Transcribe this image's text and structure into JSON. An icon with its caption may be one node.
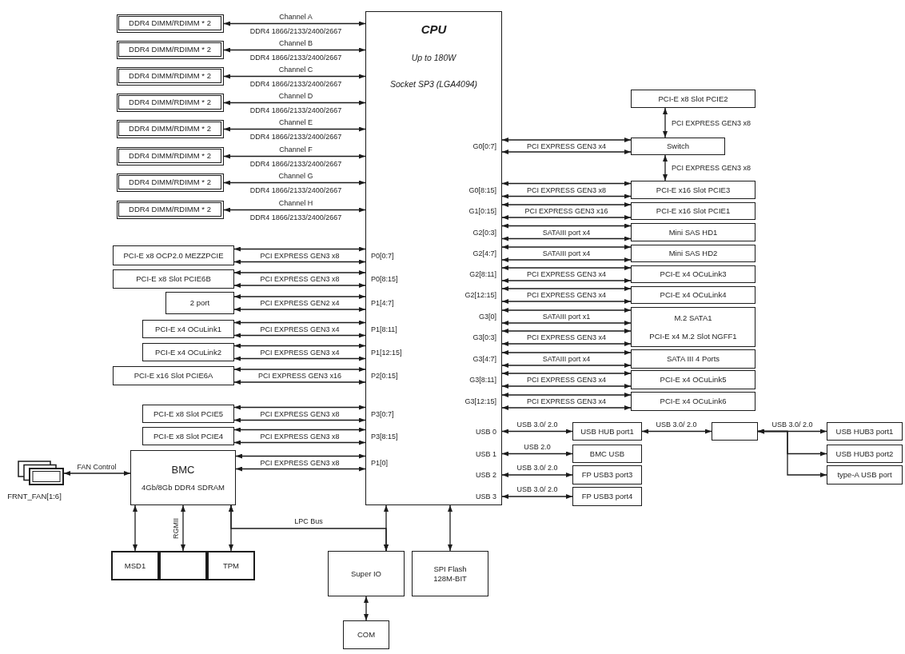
{
  "diagram": {
    "nodes": [
      {
        "text": [
          "CPU",
          "Up to 180W",
          "Socket SP3 (LGA4094)"
        ]
      },
      {
        "text": [
          "DDR4 DIMM/RDIMM * 2"
        ]
      },
      {
        "text": [
          "DDR4 DIMM/RDIMM * 2"
        ]
      },
      {
        "text": [
          "DDR4 DIMM/RDIMM * 2"
        ]
      },
      {
        "text": [
          "DDR4 DIMM/RDIMM * 2"
        ]
      },
      {
        "text": [
          "DDR4 DIMM/RDIMM * 2"
        ]
      },
      {
        "text": [
          "DDR4 DIMM/RDIMM * 2"
        ]
      },
      {
        "text": [
          "DDR4 DIMM/RDIMM * 2"
        ]
      },
      {
        "text": [
          "DDR4 DIMM/RDIMM * 2"
        ]
      },
      {
        "text": [
          "PCI-E x8 OCP2.0 MEZZPCIE"
        ]
      },
      {
        "text": [
          "PCI-E x8 Slot PCIE6B"
        ]
      },
      {
        "text": [
          "2 port"
        ]
      },
      {
        "text": [
          "PCI-E x4 OCuLink1"
        ]
      },
      {
        "text": [
          "PCI-E x4 OCuLink2"
        ]
      },
      {
        "text": [
          "PCI-E x16 Slot PCIE6A"
        ]
      },
      {
        "text": [
          "PCI-E x8 Slot PCIE5"
        ]
      },
      {
        "text": [
          "PCI-E x8 Slot PCIE4"
        ]
      },
      {
        "text": [
          "BMC",
          "4Gb/8Gb DDR4 SDRAM"
        ]
      },
      {
        "text": [
          "FRNT_FAN[1:6]"
        ]
      },
      {
        "text": [
          "PCI-E x8 Slot PCIE2"
        ]
      },
      {
        "text": [
          "Switch"
        ]
      },
      {
        "text": [
          "PCI-E x16 Slot PCIE3"
        ]
      },
      {
        "text": [
          "PCI-E x16 Slot PCIE1"
        ]
      },
      {
        "text": [
          "Mini SAS HD1"
        ]
      },
      {
        "text": [
          "Mini SAS HD2"
        ]
      },
      {
        "text": [
          "PCI-E x4 OCuLink3"
        ]
      },
      {
        "text": [
          "PCI-E x4 OCuLink4"
        ]
      },
      {
        "text": [
          "M.2 SATA1",
          "PCI-E x4 M.2 Slot NGFF1"
        ]
      },
      {
        "text": [
          "SATA III 4 Ports"
        ]
      },
      {
        "text": [
          "PCI-E x4 OCuLink5"
        ]
      },
      {
        "text": [
          "PCI-E x4 OCuLink6"
        ]
      },
      {
        "text": [
          "USB HUB port1"
        ]
      },
      {
        "text": [
          "BMC USB"
        ]
      },
      {
        "text": [
          "FP USB3 port3"
        ]
      },
      {
        "text": [
          "FP USB3 port4"
        ]
      },
      {
        "text": [],
        "shape": "box"
      },
      {
        "text": [
          "USB HUB3 port1"
        ]
      },
      {
        "text": [
          "USB HUB3 port2"
        ]
      },
      {
        "text": [
          "type-A USB port"
        ]
      },
      {
        "text": [
          "MSD1"
        ]
      },
      {
        "text": [],
        "shape": "box"
      },
      {
        "text": [
          "TPM"
        ]
      },
      {
        "text": [
          "Super IO"
        ]
      },
      {
        "text": [
          "SPI Flash 128M-BIT"
        ]
      },
      {
        "text": [
          "COM"
        ]
      }
    ],
    "edges": [
      {
        "from": 1,
        "to": 0,
        "arrow": "both",
        "label": "Channel A"
      },
      {
        "from": 2,
        "to": 0,
        "arrow": "both",
        "label": "Channel B"
      },
      {
        "from": 3,
        "to": 0,
        "arrow": "both",
        "label": "Channel C"
      },
      {
        "from": 4,
        "to": 0,
        "arrow": "both",
        "label": "Channel D"
      },
      {
        "from": 5,
        "to": 0,
        "arrow": "both",
        "label": "Channel E"
      },
      {
        "from": 6,
        "to": 0,
        "arrow": "both",
        "label": "Channel F"
      },
      {
        "from": 7,
        "to": 0,
        "arrow": "both",
        "label": "Channel G"
      },
      {
        "from": 8,
        "to": 0,
        "arrow": "both",
        "label": "Channel H"
      },
      {
        "from": 9,
        "to": 0,
        "arrow": "both",
        "label": "PCI EXPRESS GEN3 x8"
      },
      {
        "from": 9,
        "to": 0,
        "arrow": "both"
      },
      {
        "from": 10,
        "to": 0,
        "arrow": "both",
        "label": "PCI EXPRESS GEN3 x8"
      },
      {
        "from": 10,
        "to": 0,
        "arrow": "both"
      },
      {
        "from": 11,
        "to": 0,
        "arrow": "both",
        "label": "PCI EXPRESS GEN2 x4"
      },
      {
        "from": 11,
        "to": 0,
        "arrow": "both"
      },
      {
        "from": 12,
        "to": 0,
        "arrow": "both",
        "label": "PCI EXPRESS GEN3 x4"
      },
      {
        "from": 12,
        "to": 0,
        "arrow": "both"
      },
      {
        "from": 13,
        "to": 0,
        "arrow": "both",
        "label": "PCI EXPRESS GEN3 x4"
      },
      {
        "from": 13,
        "to": 0,
        "arrow": "both"
      },
      {
        "from": 14,
        "to": 0,
        "arrow": "both",
        "label": "PCI EXPRESS GEN3 x16"
      },
      {
        "from": 14,
        "to": 0,
        "arrow": "both"
      },
      {
        "from": 15,
        "to": 0,
        "arrow": "both",
        "label": "PCI EXPRESS GEN3 x8"
      },
      {
        "from": 15,
        "to": 0,
        "arrow": "both"
      },
      {
        "from": 16,
        "to": 0,
        "arrow": "both",
        "label": "PCI EXPRESS GEN3 x8"
      },
      {
        "from": 16,
        "to": 0,
        "arrow": "both"
      },
      {
        "from": 17,
        "to": 0,
        "arrow": "both",
        "label": "PCI EXPRESS GEN3 x8"
      },
      {
        "from": 17,
        "to": 0,
        "arrow": "both"
      },
      {
        "from": 18,
        "to": 17,
        "arrow": "both",
        "label": "FAN Control"
      },
      {
        "from": 0,
        "to": 20,
        "arrow": "both",
        "label": "PCI EXPRESS GEN3 x4"
      },
      {
        "from": 0,
        "to": 20,
        "arrow": "both"
      },
      {
        "from": 20,
        "to": 19,
        "arrow": "both",
        "label": "PCI EXPRESS GEN3 x8"
      },
      {
        "from": 20,
        "to": 21,
        "arrow": "both",
        "label": "PCI EXPRESS GEN3 x8"
      },
      {
        "from": 0,
        "to": 21,
        "arrow": "both",
        "label": "PCI EXPRESS GEN3 x8"
      },
      {
        "from": 0,
        "to": 21,
        "arrow": "both"
      },
      {
        "from": 0,
        "to": 22,
        "arrow": "both",
        "label": "PCI EXPRESS GEN3 x16"
      },
      {
        "from": 0,
        "to": 22,
        "arrow": "both"
      },
      {
        "from": 0,
        "to": 23,
        "arrow": "both",
        "label": "SATAIII port x4"
      },
      {
        "from": 0,
        "to": 23,
        "arrow": "both"
      },
      {
        "from": 0,
        "to": 24,
        "arrow": "both",
        "label": "SATAIII port x4"
      },
      {
        "from": 0,
        "to": 24,
        "arrow": "both"
      },
      {
        "from": 0,
        "to": 25,
        "arrow": "both",
        "label": "PCI EXPRESS GEN3 x4"
      },
      {
        "from": 0,
        "to": 25,
        "arrow": "both"
      },
      {
        "from": 0,
        "to": 26,
        "arrow": "both",
        "label": "PCI EXPRESS GEN3 x4"
      },
      {
        "from": 0,
        "to": 26,
        "arrow": "both"
      },
      {
        "from": 0,
        "to": 27,
        "arrow": "both",
        "label": "SATAIII port x1"
      },
      {
        "from": 0,
        "to": 27,
        "arrow": "both"
      },
      {
        "from": 0,
        "to": 27,
        "arrow": "both",
        "label": "PCI EXPRESS GEN3 x4"
      },
      {
        "from": 0,
        "to": 27,
        "arrow": "both"
      },
      {
        "from": 0,
        "to": 28,
        "arrow": "both",
        "label": "SATAIII port x4"
      },
      {
        "from": 0,
        "to": 28,
        "arrow": "both"
      },
      {
        "from": 0,
        "to": 29,
        "arrow": "both",
        "label": "PCI EXPRESS GEN3 x4"
      },
      {
        "from": 0,
        "to": 29,
        "arrow": "both"
      },
      {
        "from": 0,
        "to": 30,
        "arrow": "both",
        "label": "PCI EXPRESS GEN3 x4"
      },
      {
        "from": 0,
        "to": 30,
        "arrow": "both"
      },
      {
        "from": 0,
        "to": 31,
        "arrow": "both",
        "label": "USB 3.0/ 2.0"
      },
      {
        "from": 0,
        "to": 32,
        "arrow": "both",
        "label": "USB 2.0"
      },
      {
        "from": 0,
        "to": 33,
        "arrow": "both",
        "label": "USB 3.0/ 2.0"
      },
      {
        "from": 0,
        "to": 34,
        "arrow": "both",
        "label": "USB 3.0/ 2.0"
      },
      {
        "from": 31,
        "to": 35,
        "arrow": "both",
        "label": "USB 3.0/ 2.0"
      },
      {
        "from": 35,
        "to": 36,
        "arrow": "both",
        "label": "USB 3.0/ 2.0"
      },
      {
        "from": 35,
        "to": 37,
        "arrow": "both"
      },
      {
        "from": 35,
        "to": 38,
        "arrow": "both"
      },
      {
        "from": 17,
        "to": 39,
        "arrow": "both"
      },
      {
        "from": 17,
        "to": 40,
        "arrow": "both",
        "label": "RGMII"
      },
      {
        "from": 17,
        "to": 41,
        "arrow": "both"
      },
      {
        "from": 17,
        "to": 42,
        "arrow": "both",
        "label": "LPC Bus"
      },
      {
        "from": 0,
        "to": 42,
        "arrow": "both"
      },
      {
        "from": 0,
        "to": 43,
        "arrow": "both"
      },
      {
        "from": 42,
        "to": 44,
        "arrow": "both"
      }
    ],
    "labels": [
      "DDR4 1866/2133/2400/2667",
      "DDR4 1866/2133/2400/2667",
      "DDR4 1866/2133/2400/2667",
      "DDR4 1866/2133/2400/2667",
      "DDR4 1866/2133/2400/2667",
      "DDR4 1866/2133/2400/2667",
      "DDR4 1866/2133/2400/2667",
      "DDR4 1866/2133/2400/2667",
      "G0[0:7]",
      "G0[8:15]",
      "G1[0:15]",
      "G2[0:3]",
      "G2[4:7]",
      "G2[8:11]",
      "G2[12:15]",
      "G3[0]",
      "G3[0:3]",
      "G3[4:7]",
      "G3[8:11]",
      "G3[12:15]",
      "P0[0:7]",
      "P0[8:15]",
      "P1[4:7]",
      "P1[8:11]",
      "P1[12:15]",
      "P2[0:15]",
      "P3[0:7]",
      "P3[8:15]",
      "P1[0]",
      "USB 0",
      "USB 1",
      "USB 2",
      "USB 3"
    ]
  }
}
